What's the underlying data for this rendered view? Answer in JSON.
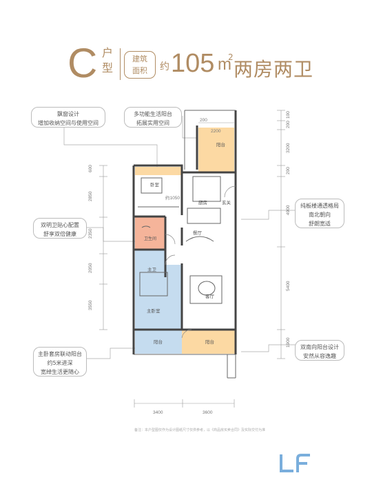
{
  "header": {
    "type_letter": "C",
    "type_sub": "户型",
    "area_label_line1": "建筑",
    "area_label_line2": "面积",
    "area_approx": "约",
    "area_number": "105",
    "area_unit": "m",
    "area_sup": "2",
    "layout_name": "两房两卫"
  },
  "callouts": {
    "bay_window": [
      "飘窗设计",
      "增加收纳空间与使用空间"
    ],
    "balcony": [
      "多功能生活阳台",
      "拓展实用空间"
    ],
    "bathroom": [
      "双明卫贴心配置",
      "舒享双倍健康"
    ],
    "master_balcony": [
      "主卧套房联动阳台",
      "约5米进深",
      "宽绰生活更随心"
    ],
    "layout": [
      "纯板楼通透格局",
      "南北朝向",
      "舒朗宽适"
    ],
    "south_balcony": [
      "双南向阳台设计",
      "安然从容逸趣"
    ]
  },
  "rooms": {
    "balcony_top": "阳台",
    "bedroom": "卧室",
    "kitchen": "厨房",
    "entrance": "玄关",
    "dining": "餐厅",
    "bath": "卫生间",
    "master_bath": "主卫",
    "living": "客厅",
    "master_bedroom": "主卧室",
    "balcony_bl": "阳台",
    "balcony_br": "阳台"
  },
  "dimensions": {
    "top_200": "200",
    "top_2200": "2200",
    "inner_1050": "约1050",
    "left": [
      "600",
      "2850",
      "2350",
      "2050",
      "3550"
    ],
    "right": [
      "100",
      "200",
      "3200",
      "200",
      "4900",
      "5400",
      "1900"
    ],
    "bottom": [
      "3400",
      "3600"
    ]
  },
  "footnote": "备注：本户型图仅作为设计图纸尺寸仅供参考，以《商品房买卖合同》及实际交付为准",
  "colors": {
    "accent": "#b08c63",
    "balcony_fill": "#fcd9a3",
    "bath_fill": "#f5b49a",
    "master_fill": "#c5dcef",
    "logo_blue": "#7aaedc"
  },
  "logo_icon": "lf-logo-icon"
}
